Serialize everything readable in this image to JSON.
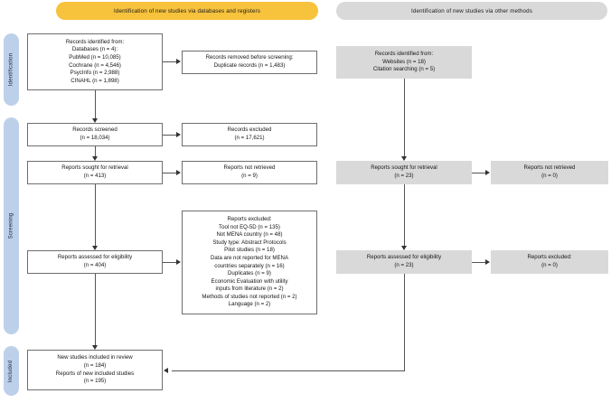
{
  "banners": {
    "databases": {
      "label": "Identification of new studies via databases and registers",
      "color": "#f7c23c"
    },
    "other": {
      "label": "Identification of new studies via other methods",
      "color": "#d9d9d9"
    }
  },
  "stages": {
    "identification": "Identification",
    "screening": "Screening",
    "included": "Included"
  },
  "left": {
    "identified": {
      "line1": "Records identified from:",
      "line2": "Databases (n = 4):",
      "line3": "PubMed (n = 10,085)",
      "line4": "Cochrane (n = 4,546)",
      "line5": "PsycInfo (n = 2,988)",
      "line6": "CINAHL (n = 1,898)"
    },
    "removed": {
      "line1": "Records removed before screening:",
      "line2": "Duplicate records (n = 1,483)"
    },
    "screened": {
      "line1": "Records screened",
      "line2": "(n = 18,034)"
    },
    "excluded": {
      "line1": "Records excluded",
      "line2": "(n = 17,621)"
    },
    "sought": {
      "line1": "Reports sought for retrieval",
      "line2": "(n = 413)"
    },
    "not_retrieved": {
      "line1": "Reports not retrieved",
      "line2": "(n = 9)"
    },
    "assessed": {
      "line1": "Reports assessed for eligibility",
      "line2": "(n = 404)"
    },
    "reports_excluded": {
      "line1": "Reports excluded:",
      "line2": "Tool not EQ-5D (n = 135)",
      "line3": "Not MENA country (n = 48)",
      "line4": "Study type: Abstract Protocols",
      "line5": "Pilot studies (n = 18)",
      "line6": "Data are not reported for MENA",
      "line7": "countries separately (n = 16)",
      "line8": "Duplicates (n = 9)",
      "line9": "Economic Evaluation with utility",
      "line10": "inputs from literature (n = 2)",
      "line11": "Methods of studies not reported (n = 2)",
      "line12": "Language (n = 2)"
    },
    "included": {
      "line1": "New studies included in review",
      "line2": "(n = 184)",
      "line3": "Reports of new included studies",
      "line4": "(n = 195)"
    }
  },
  "right": {
    "identified": {
      "line1": "Records identified from:",
      "line2": "Websites (n = 18)",
      "line3": "Citation searching (n = 5)"
    },
    "sought": {
      "line1": "Reports sought for retrieval",
      "line2": "(n = 23)"
    },
    "not_retrieved": {
      "line1": "Reports not retrieved",
      "line2": "(n = 0)"
    },
    "assessed": {
      "line1": "Reports assessed for eligibility",
      "line2": "(n = 23)"
    },
    "excluded": {
      "line1": "Reports excluded:",
      "line2": "(n = 0)"
    }
  }
}
